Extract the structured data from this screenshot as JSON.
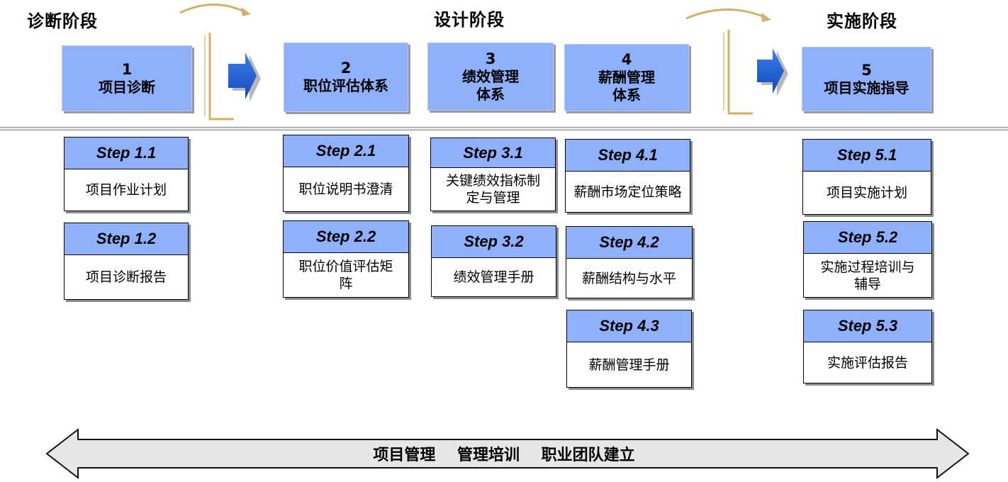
{
  "phases": [
    {
      "title": "诊断阶段",
      "number": "1",
      "name": "项目诊断"
    },
    {
      "title": "设计阶段",
      "number": "2",
      "name": "职位评估体系"
    },
    {
      "number": "3",
      "name": "绩效管理\n体系"
    },
    {
      "number": "4",
      "name": "薪酬管理\n体系"
    },
    {
      "title": "实施阶段",
      "number": "5",
      "name": "项目实施指导"
    }
  ],
  "steps": {
    "s11": {
      "label": "Step 1.1",
      "text": "项目作业计划"
    },
    "s12": {
      "label": "Step 1.2",
      "text": "项目诊断报告"
    },
    "s21": {
      "label": "Step 2.1",
      "text": "职位说明书澄清"
    },
    "s22": {
      "label": "Step 2.2",
      "text": "职位价值评估矩阵"
    },
    "s31": {
      "label": "Step 3.1",
      "text": "关键绩效指标制定与管理"
    },
    "s32": {
      "label": "Step 3.2",
      "text": "绩效管理手册"
    },
    "s41": {
      "label": "Step 4.1",
      "text": "薪酬市场定位策略"
    },
    "s42": {
      "label": "Step 4.2",
      "text": "薪酬结构与水平"
    },
    "s43": {
      "label": "Step 4.3",
      "text": "薪酬管理手册"
    },
    "s51": {
      "label": "Step 5.1",
      "text": "项目实施计划"
    },
    "s52": {
      "label": "Step 5.2",
      "text": "实施过程培训与辅导"
    },
    "s53": {
      "label": "Step 5.3",
      "text": "实施评估报告"
    }
  },
  "bottom_banner": "项目管理    管理培训    职业团队建立",
  "colors": {
    "box_fill": "#8fb0fb",
    "arrow_blue": "#1f5fd6",
    "gold": "#d4b06a",
    "banner_fill": "#e6e6e6"
  }
}
